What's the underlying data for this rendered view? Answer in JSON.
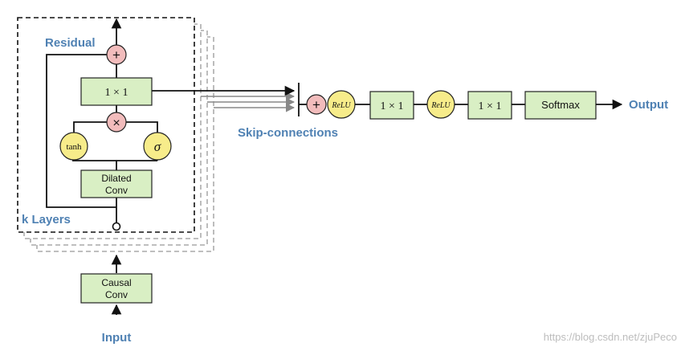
{
  "labels": {
    "residual": "Residual",
    "k_layers": "k Layers",
    "skip_connections": "Skip-connections",
    "input": "Input",
    "output": "Output"
  },
  "blocks": {
    "conv_1x1_residual": "1 × 1",
    "dilated_conv": [
      "Dilated",
      "Conv"
    ],
    "causal_conv": [
      "Causal",
      "Conv"
    ],
    "conv_1x1_post_a": "1 × 1",
    "conv_1x1_post_b": "1 × 1",
    "softmax": "Softmax"
  },
  "ops": {
    "add_residual": "+",
    "multiply_gate": "×",
    "add_skip": "+",
    "tanh": "tanh",
    "sigma": "σ",
    "relu_a": "ReLU",
    "relu_b": "ReLU"
  },
  "watermark": "https://blog.csdn.net/zjuPeco"
}
